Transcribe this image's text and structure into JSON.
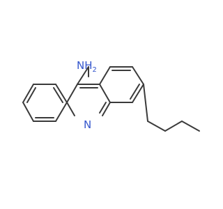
{
  "molecule": {
    "bond_color": "#3a3a3a",
    "nitrogen_color": "#3355cc",
    "amine_label": "NH",
    "amine_subscript": "2",
    "ring_nitrogen_label": "N"
  }
}
